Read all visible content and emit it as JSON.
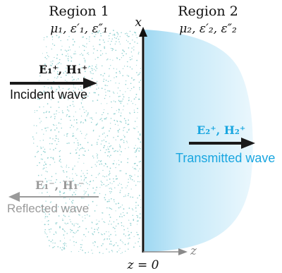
{
  "region1": {
    "title": "Region 1",
    "params": "μ₁, ε′₁, ε″₁"
  },
  "region2": {
    "title": "Region 2",
    "params": "μ₂, ε′₂, ε″₂"
  },
  "incident": {
    "fields": "E₁⁺, H₁⁺",
    "label": "Incident wave"
  },
  "reflected": {
    "fields": "E₁⁻, H₁⁻",
    "label": "Reflected wave"
  },
  "transmitted": {
    "fields": "E₂⁺, H₂⁺",
    "label": "Transmitted wave"
  },
  "axes": {
    "x_label": "x",
    "z_label": "z",
    "boundary_label": "z = 0"
  },
  "colors": {
    "incident_arrow": "#1a1a1a",
    "reflected": "#9a9a9a",
    "transmitted_text": "#19a6e0",
    "region1_dots": "#8fd0d0",
    "region2_fill": "#bfe6f7",
    "z_axis": "#8a8a8a"
  }
}
